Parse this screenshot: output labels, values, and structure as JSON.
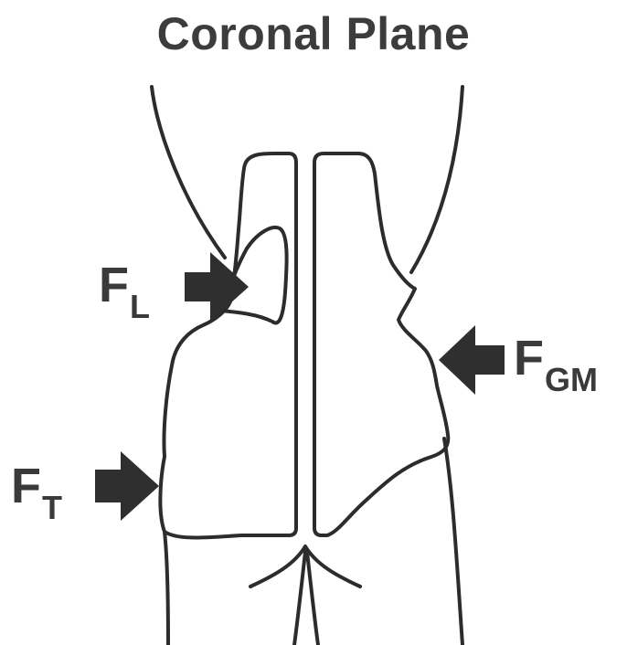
{
  "title": "Coronal Plane",
  "forces": [
    {
      "id": "fl",
      "letter": "F",
      "subscript": "L"
    },
    {
      "id": "fgm",
      "letter": "F",
      "subscript": "GM"
    },
    {
      "id": "ft",
      "letter": "F",
      "subscript": "T"
    }
  ],
  "colors": {
    "ink": "#2c2c2c",
    "arrow": "#2f2f2f",
    "background": "#ffffff"
  }
}
